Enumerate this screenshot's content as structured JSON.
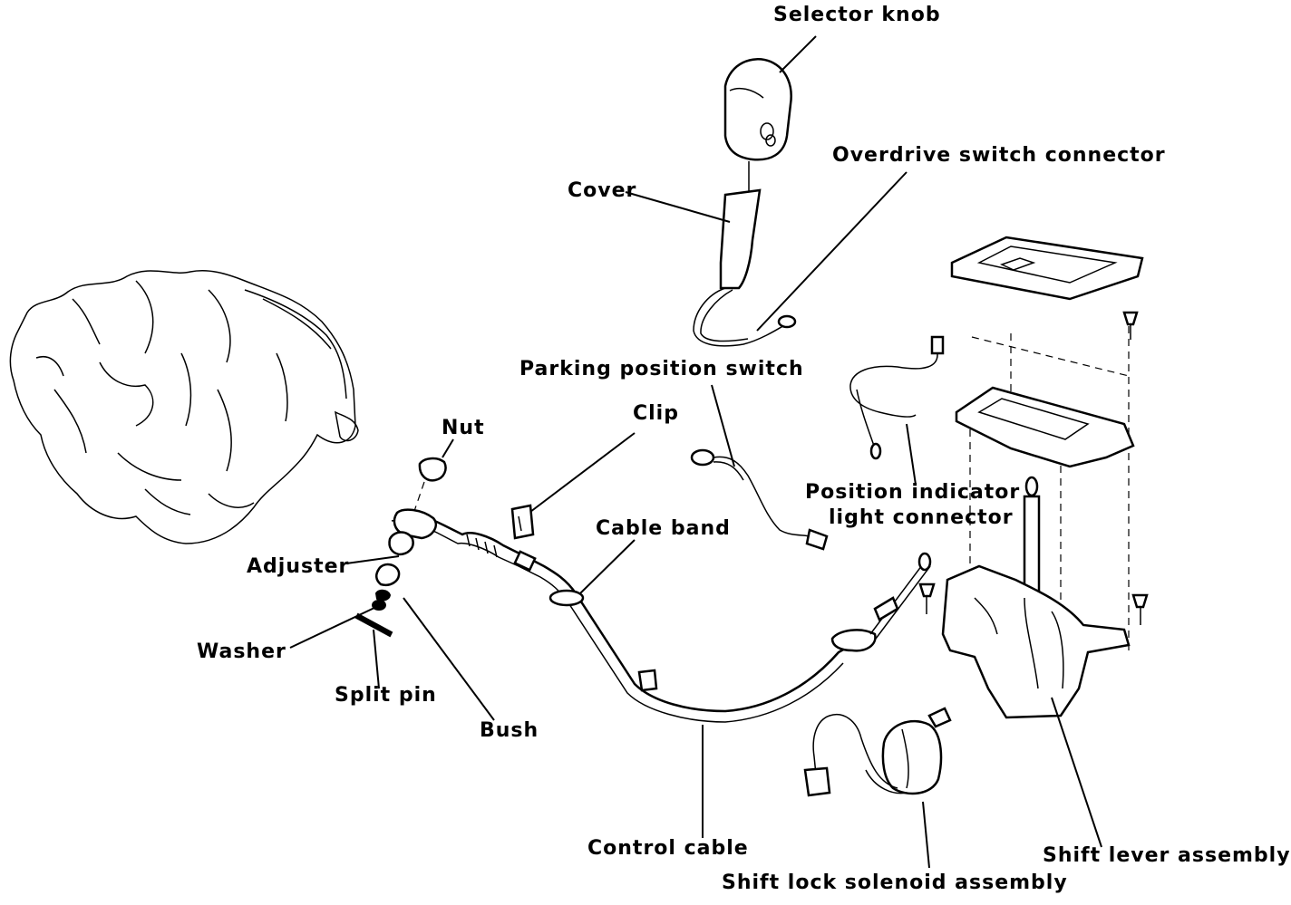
{
  "labels": {
    "selector_knob": "Selector knob",
    "overdrive_switch_connector": "Overdrive switch connector",
    "cover": "Cover",
    "parking_position_switch": "Parking position switch",
    "clip": "Clip",
    "nut": "Nut",
    "cable_band": "Cable band",
    "position_indicator_light_connector_line1": "Position indicator",
    "position_indicator_light_connector_line2": "light connector",
    "adjuster": "Adjuster",
    "washer": "Washer",
    "split_pin": "Split pin",
    "bush": "Bush",
    "control_cable": "Control cable",
    "shift_lever_assembly": "Shift lever assembly",
    "shift_lock_solenoid_assembly": "Shift lock solenoid assembly"
  }
}
